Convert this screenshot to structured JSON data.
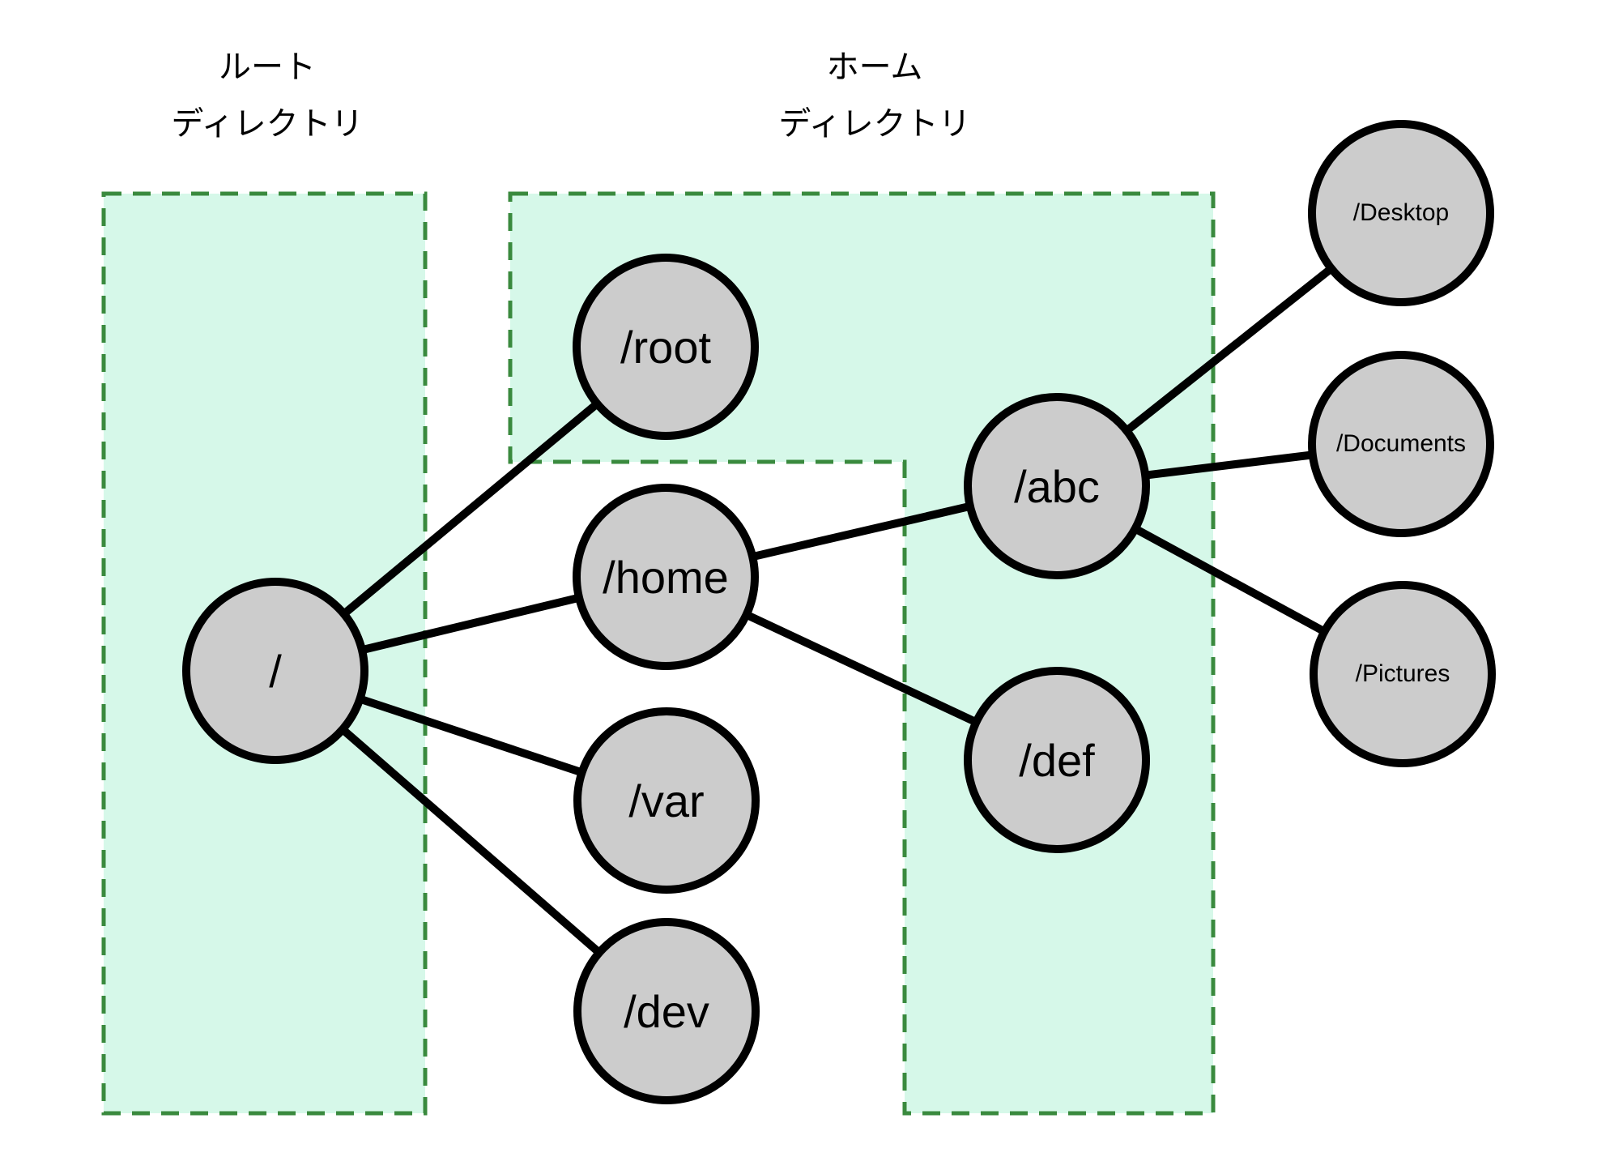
{
  "colors": {
    "background": "#ffffff",
    "region_fill": "#d6f8e9",
    "region_border": "#3a8a3e",
    "node_fill": "#cccccc",
    "node_border": "#000000",
    "edge_color": "#000000",
    "text_color": "#000000"
  },
  "regions": {
    "root": {
      "line1": "ルート",
      "line2": "ディレクトリ"
    },
    "home": {
      "line1": "ホーム",
      "line2": "ディレクトリ"
    }
  },
  "nodes": {
    "slash": {
      "label": "/"
    },
    "root": {
      "label": "/root"
    },
    "home": {
      "label": "/home"
    },
    "var": {
      "label": "/var"
    },
    "dev": {
      "label": "/dev"
    },
    "abc": {
      "label": "/abc"
    },
    "def": {
      "label": "/def"
    },
    "desktop": {
      "label": "/Desktop"
    },
    "documents": {
      "label": "/Documents"
    },
    "pictures": {
      "label": "/Pictures"
    }
  },
  "edges": [
    {
      "from": "slash",
      "to": "root"
    },
    {
      "from": "slash",
      "to": "home"
    },
    {
      "from": "slash",
      "to": "var"
    },
    {
      "from": "slash",
      "to": "dev"
    },
    {
      "from": "home",
      "to": "abc"
    },
    {
      "from": "home",
      "to": "def"
    },
    {
      "from": "abc",
      "to": "desktop"
    },
    {
      "from": "abc",
      "to": "documents"
    },
    {
      "from": "abc",
      "to": "pictures"
    }
  ]
}
